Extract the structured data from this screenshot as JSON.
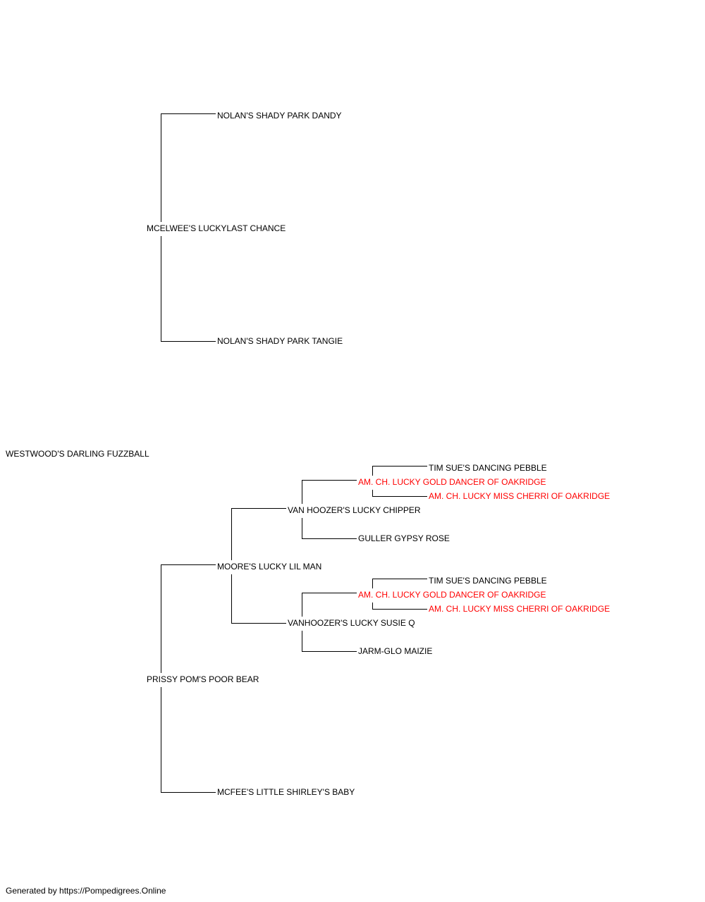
{
  "colors": {
    "normal_text": "#000000",
    "champion_text": "#ff0000",
    "connector_line": "#000000",
    "background": "#ffffff"
  },
  "pedigree": {
    "subject": "WESTWOOD'S DARLING FUZZBALL",
    "sire": "MCELWEE'S LUCKYLAST CHANCE",
    "sire_sire": "NOLAN'S SHADY PARK DANDY",
    "sire_dam": "NOLAN'S SHADY PARK TANGIE",
    "dam": "PRISSY POM'S POOR BEAR",
    "dam_sire": "MOORE'S LUCKY LIL MAN",
    "dam_dam": "MCFEE'S LITTLE SHIRLEY'S BABY",
    "dam_sire_sire": "VAN HOOZER'S LUCKY CHIPPER",
    "dam_sire_dam": "VANHOOZER'S LUCKY SUSIE Q",
    "dam_sire_sire_sire": "AM. CH. LUCKY GOLD DANCER OF OAKRIDGE",
    "dam_sire_sire_dam": "GULLER GYPSY ROSE",
    "dam_sire_dam_sire": "AM. CH. LUCKY GOLD DANCER OF OAKRIDGE",
    "dam_sire_dam_dam": "JARM-GLO MAIZIE",
    "dam_sire_sire_sire_sire": "TIM SUE'S DANCING PEBBLE",
    "dam_sire_sire_sire_dam": "AM. CH. LUCKY MISS CHERRI OF OAKRIDGE",
    "dam_sire_dam_sire_sire": "TIM SUE'S DANCING PEBBLE",
    "dam_sire_dam_sire_dam": "AM. CH. LUCKY MISS CHERRI OF OAKRIDGE"
  },
  "footer": "Generated by https://Pompedigrees.Online"
}
